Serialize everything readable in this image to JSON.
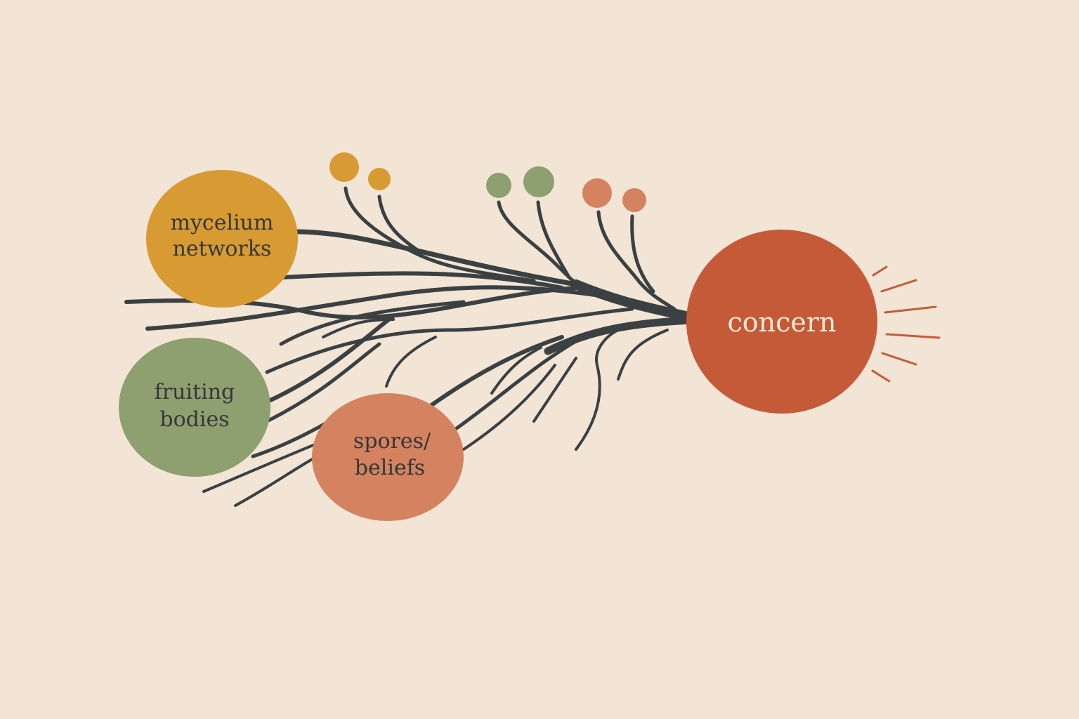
{
  "nodes": {
    "mycelium": {
      "line1": "mycelium",
      "line2": "networks",
      "color": "#d89a33"
    },
    "fruiting": {
      "line1": "fruiting",
      "line2": "bodies",
      "color": "#8fa070"
    },
    "spores": {
      "line1": "spores/",
      "line2": "beliefs",
      "color": "#d4825f"
    },
    "concern": {
      "label": "concern",
      "color": "#c55a38"
    }
  },
  "colors": {
    "background": "#f2e5d6",
    "branch": "#3b4142",
    "ray": "#c55a38"
  }
}
